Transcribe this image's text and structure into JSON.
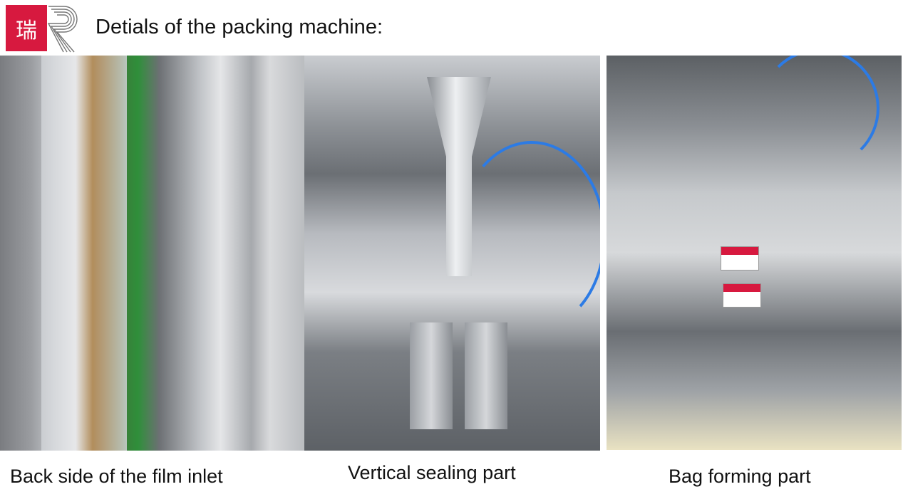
{
  "header": {
    "logo_text": "瑞",
    "title": "Detials of the packing machine:"
  },
  "colors": {
    "brand": "#d7193f"
  },
  "photos": [
    {
      "caption": "Back side of the film inlet"
    },
    {
      "caption": "Vertical sealing part"
    },
    {
      "caption": "Bag forming part"
    }
  ]
}
